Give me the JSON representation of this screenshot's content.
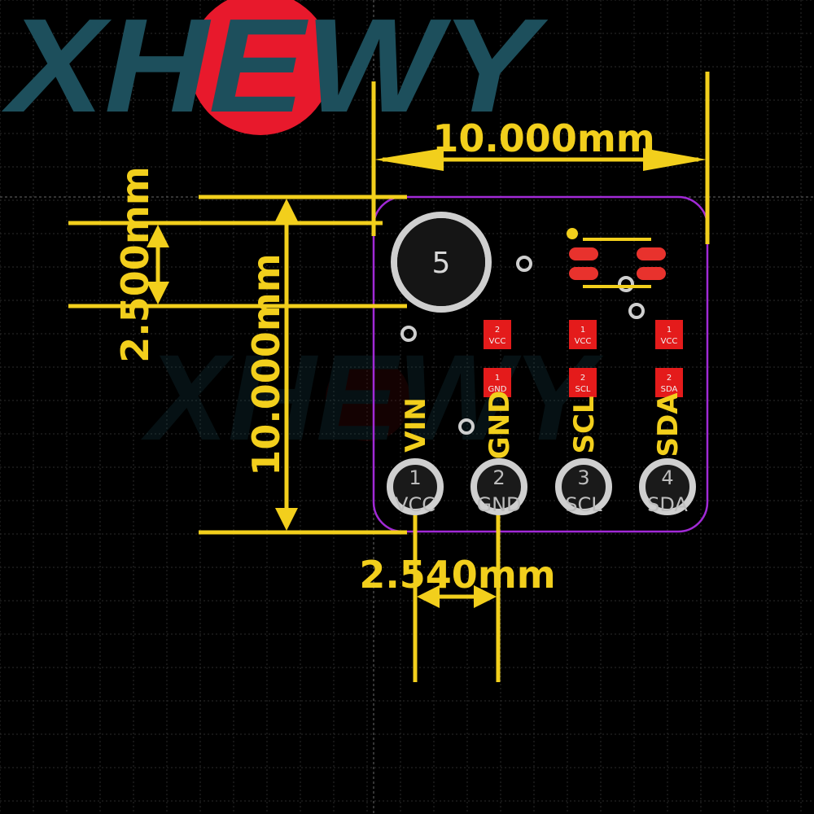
{
  "logo": {
    "text": "XHEWY",
    "text_color": "#1d4f5c",
    "badge_color": "#e8192c"
  },
  "colors": {
    "background": "#000000",
    "grid": "#2b2b2b",
    "dimension": "#f2cf1c",
    "board_outline": "#a12ad6",
    "pad_ring": "#cfcfcf",
    "smd_pad": "#e41b1b",
    "silk_oval": "#e8322d",
    "watermark": "#5a0a0a"
  },
  "dimensions": {
    "width": "10.000mm",
    "height": "10.000mm",
    "hole_offset": "2.500mm",
    "pin_pitch": "2.540mm"
  },
  "mounting_hole": {
    "label": "5"
  },
  "header_pins": [
    {
      "number": "1",
      "net": "VCC",
      "silk": "VIN"
    },
    {
      "number": "2",
      "net": "GND",
      "silk": "GND"
    },
    {
      "number": "3",
      "net": "SCL",
      "silk": "SCL"
    },
    {
      "number": "4",
      "net": "SDA",
      "silk": "SDA"
    }
  ],
  "smd_pads": [
    {
      "num": "2",
      "net": "VCC"
    },
    {
      "num": "1",
      "net": "GND"
    },
    {
      "num": "1",
      "net": "VCC"
    },
    {
      "num": "2",
      "net": "SCL"
    },
    {
      "num": "1",
      "net": "VCC"
    },
    {
      "num": "2",
      "net": "SDA"
    }
  ]
}
